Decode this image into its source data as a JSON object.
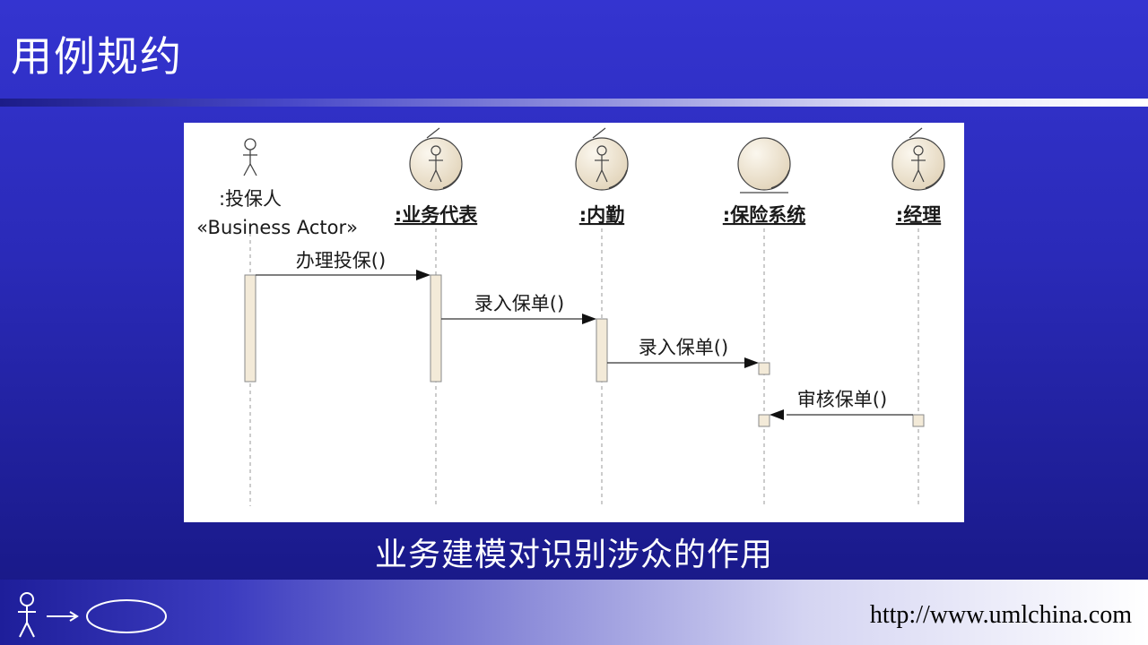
{
  "slide": {
    "title": "用例规约",
    "caption": "业务建模对识别涉众的作用"
  },
  "diagram": {
    "lifelines": [
      {
        "name": ":投保人",
        "stereotype": "«Business Actor»",
        "icon": "stick-actor-icon"
      },
      {
        "name": ":业务代表",
        "icon": "business-worker-icon"
      },
      {
        "name": ":内勤",
        "icon": "business-worker-icon"
      },
      {
        "name": ":保险系统",
        "icon": "business-entity-icon"
      },
      {
        "name": ":经理",
        "icon": "business-worker-icon"
      }
    ],
    "messages": [
      {
        "label": "办理投保()"
      },
      {
        "label": "录入保单()"
      },
      {
        "label": "录入保单()"
      },
      {
        "label": "审核保单()"
      }
    ]
  },
  "footer": {
    "url": "http://www.umlchina.com",
    "logo_icon": "actor-usecase-icon"
  },
  "colors": {
    "header_blue": "#3434d0",
    "icon_fill": "#f0e6d4",
    "activation_fill": "#f3ead8"
  }
}
